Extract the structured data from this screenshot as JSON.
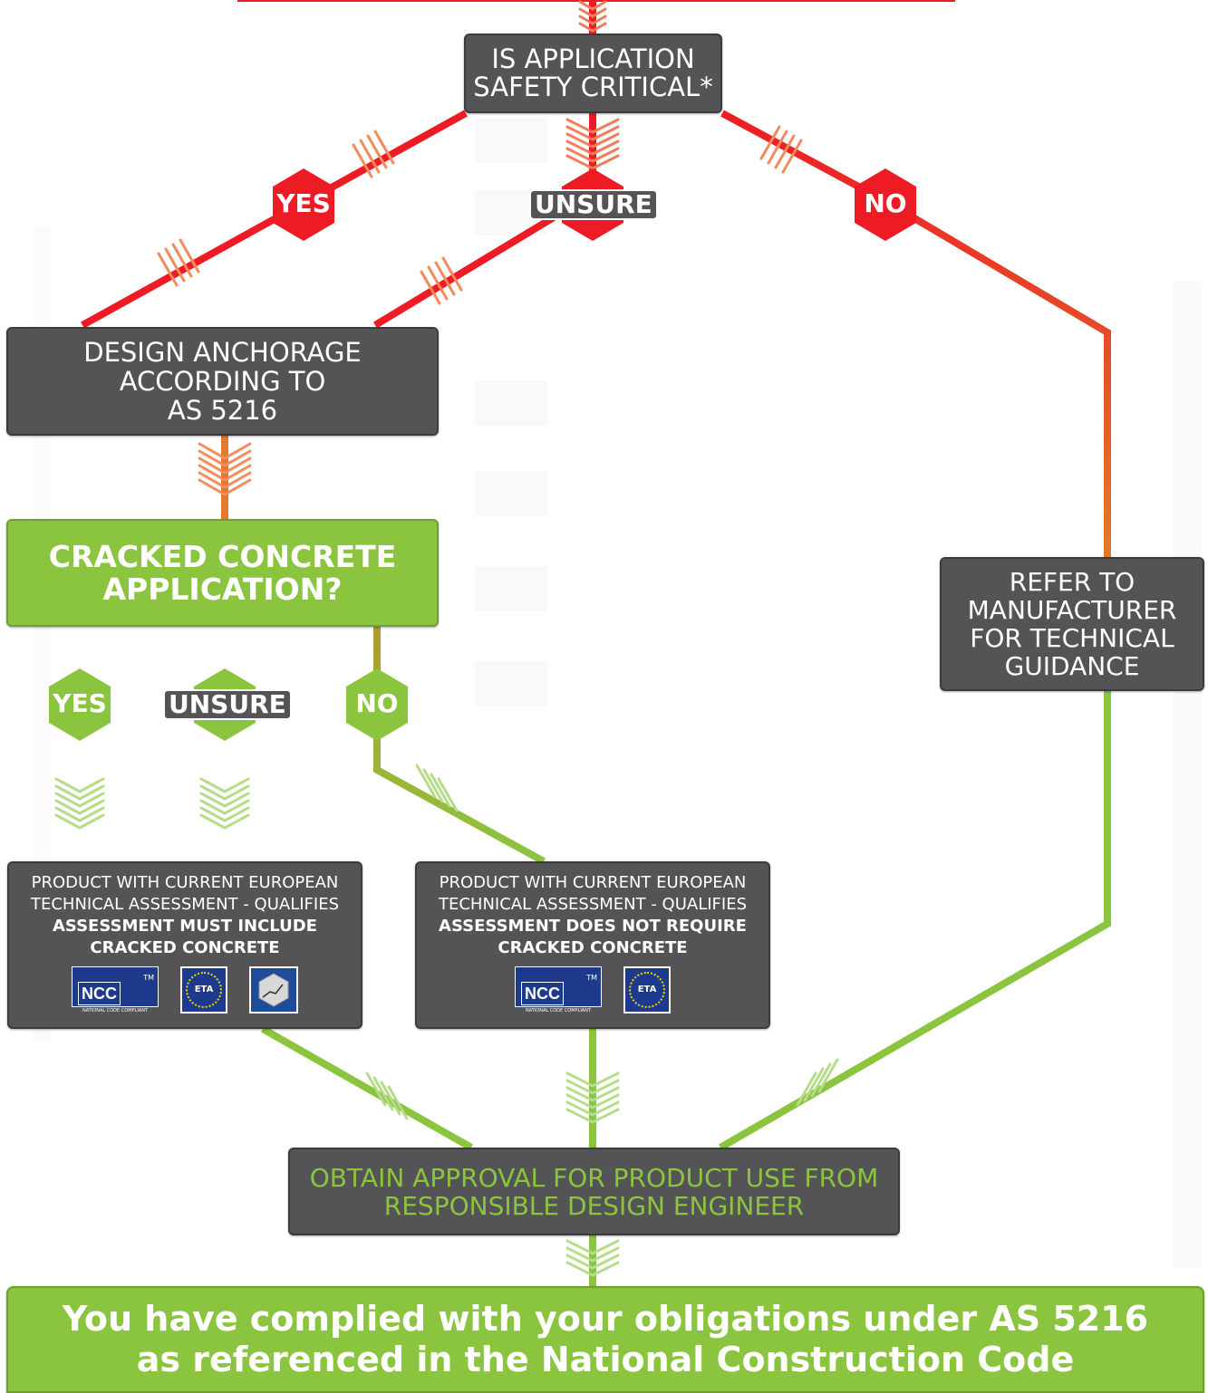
{
  "colors": {
    "red": "#ed1c24",
    "orange": "#e07a2c",
    "green": "#8bc53f",
    "olive": "#b29a2e",
    "box_dark": "#545456",
    "white": "#ffffff"
  },
  "nodes": {
    "safety_question": [
      "IS APPLICATION",
      "SAFETY CRITICAL*"
    ],
    "design_anchorage": [
      "DESIGN ANCHORAGE",
      "ACCORDING TO",
      "AS 5216"
    ],
    "cracked_question": [
      "CRACKED CONCRETE",
      "APPLICATION?"
    ],
    "refer_manufacturer": [
      "REFER TO",
      "MANUFACTURER",
      "FOR TECHNICAL",
      "GUIDANCE"
    ],
    "product_cracked": {
      "lines": [
        "PRODUCT WITH CURRENT EUROPEAN",
        "TECHNICAL ASSESSMENT - QUALIFIES"
      ],
      "bold_lines": [
        "ASSESSMENT MUST INCLUDE",
        "CRACKED CONCRETE"
      ]
    },
    "product_uncracked": {
      "lines": [
        "PRODUCT WITH CURRENT EUROPEAN",
        "TECHNICAL ASSESSMENT - QUALIFIES"
      ],
      "bold_lines": [
        "ASSESSMENT DOES NOT REQUIRE",
        "CRACKED CONCRETE"
      ]
    },
    "obtain_approval": [
      "OBTAIN APPROVAL FOR PRODUCT USE FROM",
      "RESPONSIBLE DESIGN ENGINEER"
    ],
    "final": [
      "You have complied with your obligations under AS 5216",
      "as referenced in the National Construction Code"
    ]
  },
  "branches": {
    "safety": {
      "yes": "YES",
      "unsure": "UNSURE",
      "no": "NO"
    },
    "cracked": {
      "yes": "YES",
      "unsure": "UNSURE",
      "no": "NO"
    }
  },
  "logos": {
    "ncc_word": "NCC",
    "ncc_tm": "TM",
    "ncc_sub": "NATIONAL CODE COMPLIANT",
    "eta_word": "ETA",
    "icons": [
      "ncc-logo",
      "eta-logo",
      "cracked-concrete-icon"
    ]
  }
}
